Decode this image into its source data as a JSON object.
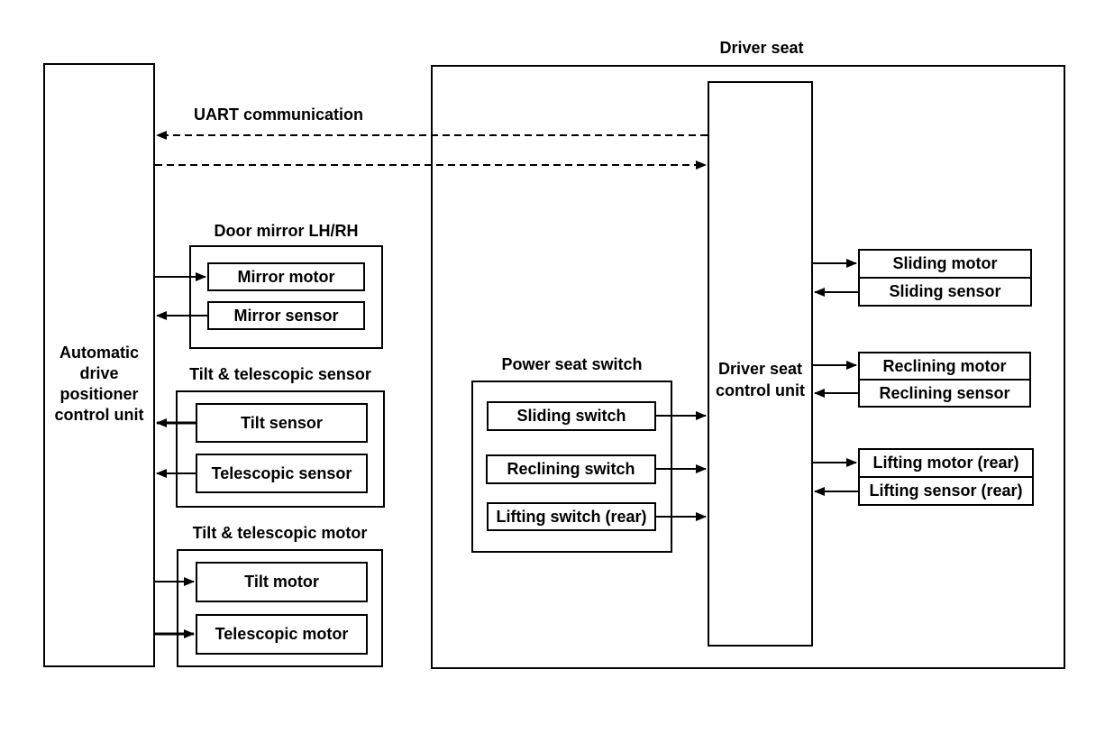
{
  "colors": {
    "line": "#000000",
    "background": "#ffffff",
    "text": "#000000"
  },
  "labels": {
    "uart": "UART communication",
    "driver_seat": "Driver seat"
  },
  "left_unit": {
    "name": "Automatic drive positioner control unit",
    "lines": [
      "Automatic",
      "drive",
      "positioner",
      "control unit"
    ]
  },
  "driver_seat_control_unit": {
    "name": "Driver seat control unit",
    "lines": [
      "Driver seat",
      "control unit"
    ]
  },
  "groups": {
    "door_mirror": {
      "title": "Door mirror LH/RH",
      "items": [
        "Mirror motor",
        "Mirror sensor"
      ]
    },
    "tilt_telescopic_sensor": {
      "title": "Tilt & telescopic sensor",
      "items": [
        "Tilt sensor",
        "Telescopic sensor"
      ]
    },
    "tilt_telescopic_motor": {
      "title": "Tilt & telescopic motor",
      "items": [
        "Tilt motor",
        "Telescopic motor"
      ]
    },
    "power_seat_switch": {
      "title": "Power seat switch",
      "items": [
        "Sliding switch",
        "Reclining switch",
        "Lifting switch (rear)"
      ]
    }
  },
  "right_stacks": {
    "sliding": [
      "Sliding motor",
      "Sliding sensor"
    ],
    "reclining": [
      "Reclining motor",
      "Reclining sensor"
    ],
    "lifting": [
      "Lifting motor (rear)",
      "Lifting sensor (rear)"
    ]
  }
}
